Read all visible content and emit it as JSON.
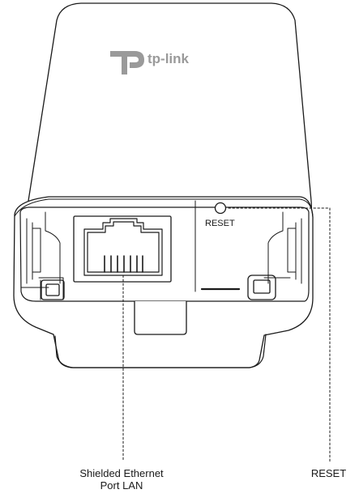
{
  "device": {
    "brand_text": "tp-link",
    "reset_port_label": "RESET"
  },
  "callouts": {
    "lan_line1": "Shielded Ethernet",
    "lan_line2": "Port LAN",
    "reset": "RESET"
  },
  "colors": {
    "outline": "#1a1a1a",
    "logo": "#9a9a9a",
    "background": "#ffffff"
  },
  "icons": {
    "ethernet_port": "ethernet-port-icon",
    "reset_button": "reset-pinhole-icon",
    "brand_logo": "tp-link-logo-icon"
  }
}
